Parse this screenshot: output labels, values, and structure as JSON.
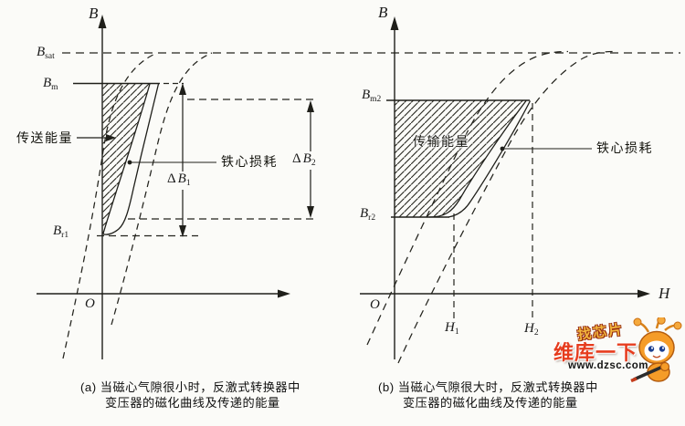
{
  "left_diagram": {
    "axis_b_label": "B",
    "origin_label": "O",
    "b_sat": {
      "base": "B",
      "sub": "sat"
    },
    "b_m": {
      "base": "B",
      "sub": "m"
    },
    "b_r1": {
      "base": "B",
      "sub": "r1"
    },
    "delta_b1": {
      "delta": "Δ",
      "base": "B",
      "sub": "1"
    },
    "delta_b2": {
      "delta": "Δ",
      "base": "B",
      "sub": "2"
    },
    "transfer_energy_label": "传送能量",
    "core_loss_label": "铁心损耗",
    "caption_line1": "(a) 当磁心气隙很小时，反激式转换器中",
    "caption_line2": "变压器的磁化曲线及传递的能量"
  },
  "right_diagram": {
    "axis_b_label": "B",
    "axis_h_label": "H",
    "origin_label": "O",
    "b_m2": {
      "base": "B",
      "sub": "m2"
    },
    "b_r2": {
      "base": "B",
      "sub": "r2"
    },
    "h1": {
      "base": "H",
      "sub": "1"
    },
    "h2": {
      "base": "H",
      "sub": "2"
    },
    "transmit_energy_label": "传输能量",
    "core_loss_label": "铁心损耗",
    "caption_line1": "(b) 当磁心气隙很大时，反激式转换器中",
    "caption_line2": "变压器的磁化曲线及传递的能量"
  },
  "watermark": {
    "slogan": "找芯片",
    "brand": "维库一下",
    "url": "www.dzsc.com"
  },
  "colors": {
    "ink": "#1f1f1a",
    "paper": "#fbfbf8",
    "brand_red": "#e63c1e",
    "brand_gold": "#f2b53e",
    "mascot_orange": "#f59c28"
  }
}
